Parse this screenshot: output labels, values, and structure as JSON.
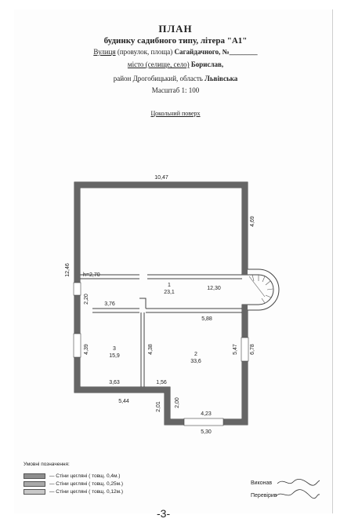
{
  "title": "ПЛАН",
  "subtitle": "будинку садибного типу, літера \"А1\"",
  "street_line": {
    "label": "Вулиця",
    "hint": "(провулок, площа)",
    "value": "Сагайдачного, №________"
  },
  "city_line": {
    "hint": "місто (селище, село)",
    "value": "Борислав,"
  },
  "region_line": {
    "prefix": "район Дрогобицький, область",
    "value": "Львівська"
  },
  "scale": "Масштаб 1: 100",
  "floor": "Цокольний поверх",
  "dimensions": {
    "top": "10,47",
    "right_upper": "4,69",
    "left_total": "12,46",
    "h": "h=2,70",
    "left_small": "2,20",
    "inner_376": "3,76",
    "corridor": "12,30",
    "inner_588": "5,88",
    "room3_height": "4,39",
    "room2_left": "4,38",
    "room2_right": "5,47",
    "right_lower": "6,78",
    "room3_width": "3,63",
    "d156": "1,56",
    "bottom_544": "5,44",
    "d201": "2,01",
    "d200": "2,00",
    "d423": "4,23",
    "bottom_530": "5,30"
  },
  "rooms": [
    {
      "num": "1",
      "area": "23,1"
    },
    {
      "num": "2",
      "area": "33,6"
    },
    {
      "num": "3",
      "area": "15,9"
    }
  ],
  "legend": {
    "title": "Умовні позначення:",
    "items": [
      {
        "label": "— Стіни цегляні ( товщ. 0,4м.)",
        "color": "#8e8e8e"
      },
      {
        "label": "— Стіни цегляні ( товщ. 0,25м.)",
        "color": "#a9a9a9"
      },
      {
        "label": "— Стіни цегляні ( товщ. 0,12м.)",
        "color": "#c8c8c8"
      }
    ]
  },
  "signatures": {
    "executed": "Виконав",
    "checked": "Перевірив"
  },
  "page_number": "-3-"
}
